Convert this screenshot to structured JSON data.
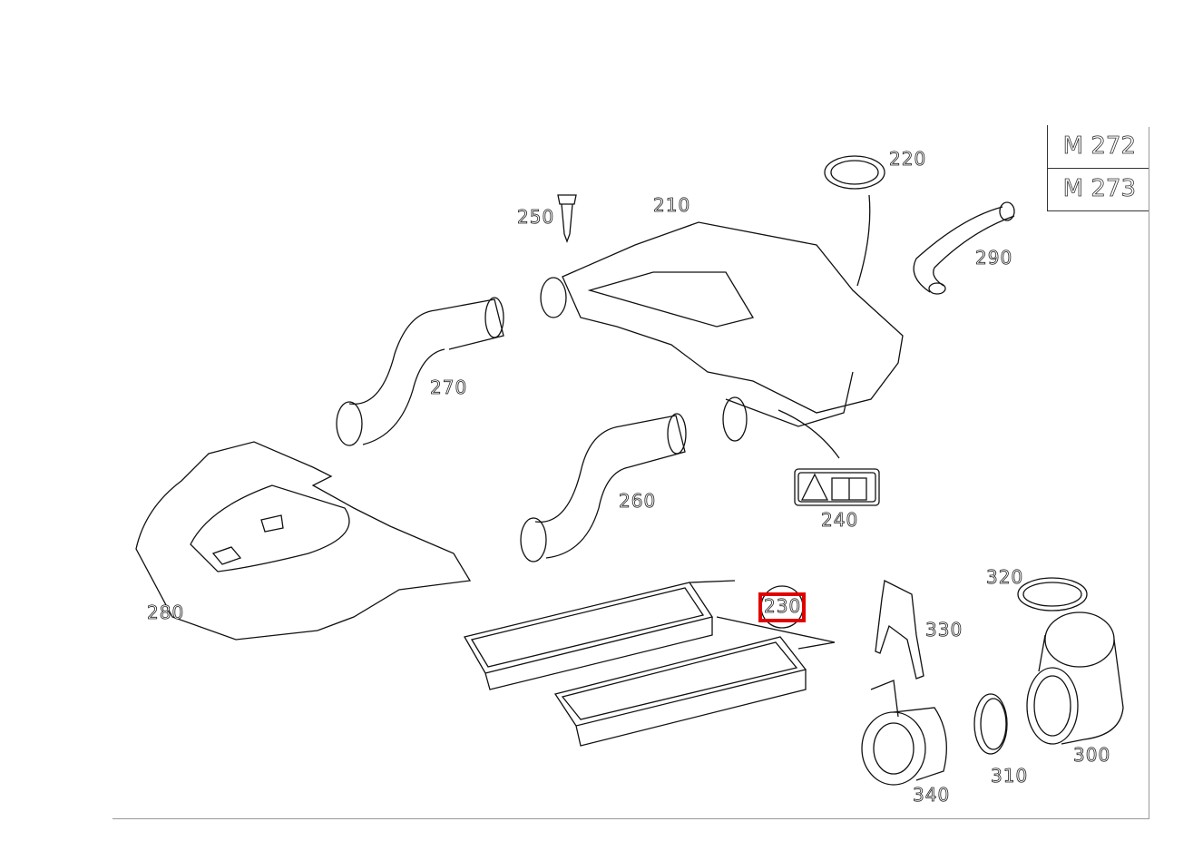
{
  "engine_variants": [
    "M 272",
    "M 273"
  ],
  "highlighted_part": "230",
  "highlight_color": "#e00000",
  "parts": {
    "p210": "210",
    "p220": "220",
    "p230": "230",
    "p240": "240",
    "p250": "250",
    "p260": "260",
    "p270": "270",
    "p280": "280",
    "p290": "290",
    "p300": "300",
    "p310": "310",
    "p320": "320",
    "p330": "330",
    "p340": "340"
  }
}
